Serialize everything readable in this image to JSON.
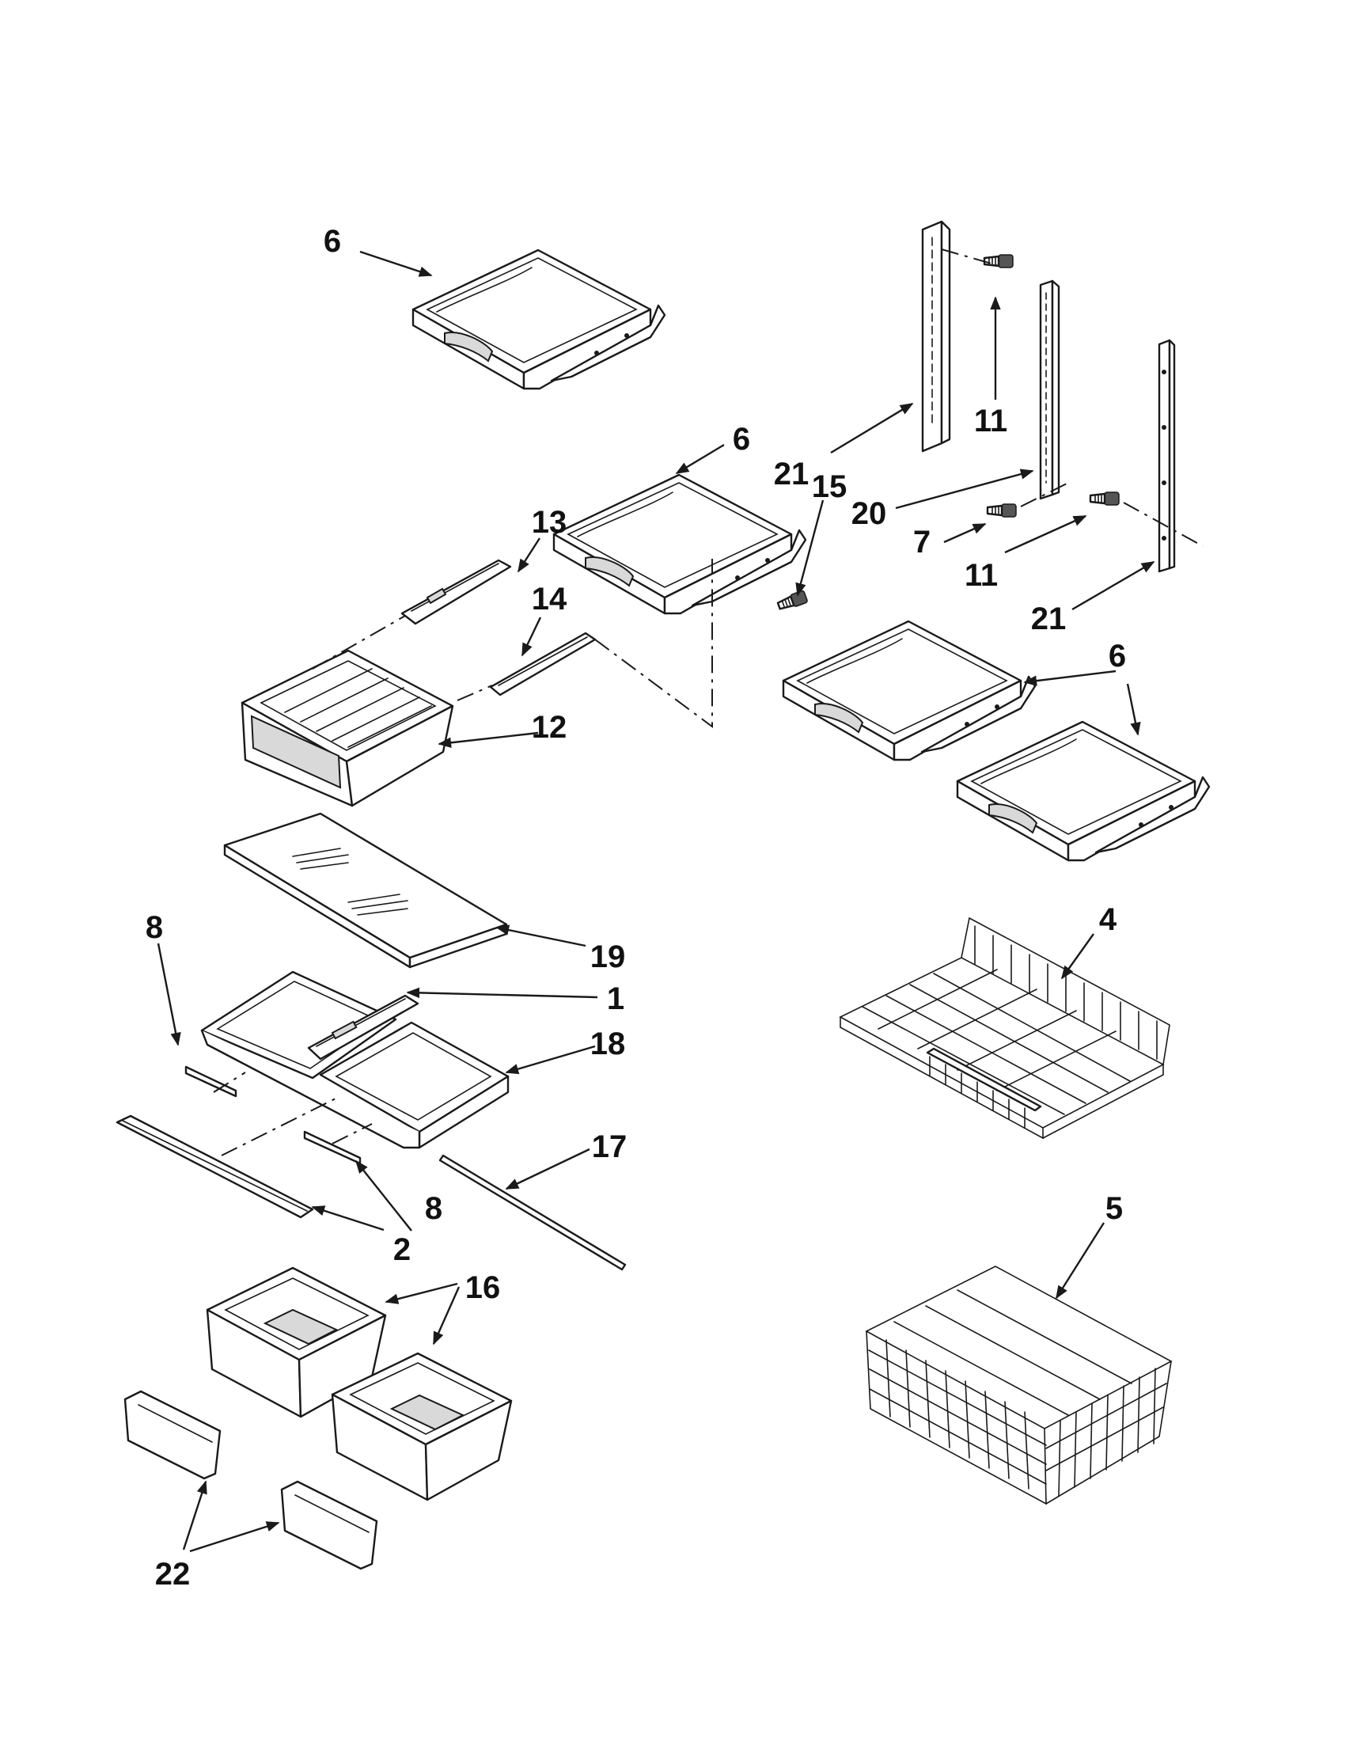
{
  "callouts": [
    {
      "id": "c6a",
      "label": "6"
    },
    {
      "id": "c6b",
      "label": "6"
    },
    {
      "id": "c6c",
      "label": "6"
    },
    {
      "id": "c21a",
      "label": "21"
    },
    {
      "id": "c15",
      "label": "15"
    },
    {
      "id": "c11a",
      "label": "11"
    },
    {
      "id": "c20",
      "label": "20"
    },
    {
      "id": "c7",
      "label": "7"
    },
    {
      "id": "c11b",
      "label": "11"
    },
    {
      "id": "c21b",
      "label": "21"
    },
    {
      "id": "c13",
      "label": "13"
    },
    {
      "id": "c14",
      "label": "14"
    },
    {
      "id": "c12",
      "label": "12"
    },
    {
      "id": "c19",
      "label": "19"
    },
    {
      "id": "c8a",
      "label": "8"
    },
    {
      "id": "c1",
      "label": "1"
    },
    {
      "id": "c18",
      "label": "18"
    },
    {
      "id": "c17",
      "label": "17"
    },
    {
      "id": "c8b",
      "label": "8"
    },
    {
      "id": "c2",
      "label": "2"
    },
    {
      "id": "c16",
      "label": "16"
    },
    {
      "id": "c22",
      "label": "22"
    },
    {
      "id": "c4",
      "label": "4"
    },
    {
      "id": "c5",
      "label": "5"
    }
  ],
  "parts": [
    {
      "part": "shelf",
      "callout": "6"
    },
    {
      "part": "shelf-rail",
      "callout": "21"
    },
    {
      "part": "shelf-rail-center",
      "callout": "20"
    },
    {
      "part": "screw",
      "callout": "11"
    },
    {
      "part": "screw",
      "callout": "7"
    },
    {
      "part": "screw",
      "callout": "15"
    },
    {
      "part": "slide-left",
      "callout": "13"
    },
    {
      "part": "slide-right",
      "callout": "14"
    },
    {
      "part": "deli-drawer",
      "callout": "12"
    },
    {
      "part": "glass-shelf",
      "callout": "19"
    },
    {
      "part": "slide-assembly",
      "callout": "1"
    },
    {
      "part": "crisper-frame",
      "callout": "18"
    },
    {
      "part": "slide",
      "callout": "8"
    },
    {
      "part": "trim",
      "callout": "2"
    },
    {
      "part": "rod",
      "callout": "17"
    },
    {
      "part": "crisper-drawer",
      "callout": "16"
    },
    {
      "part": "drawer-handle",
      "callout": "22"
    },
    {
      "part": "wire-shelf",
      "callout": "4"
    },
    {
      "part": "wire-basket",
      "callout": "5"
    }
  ]
}
